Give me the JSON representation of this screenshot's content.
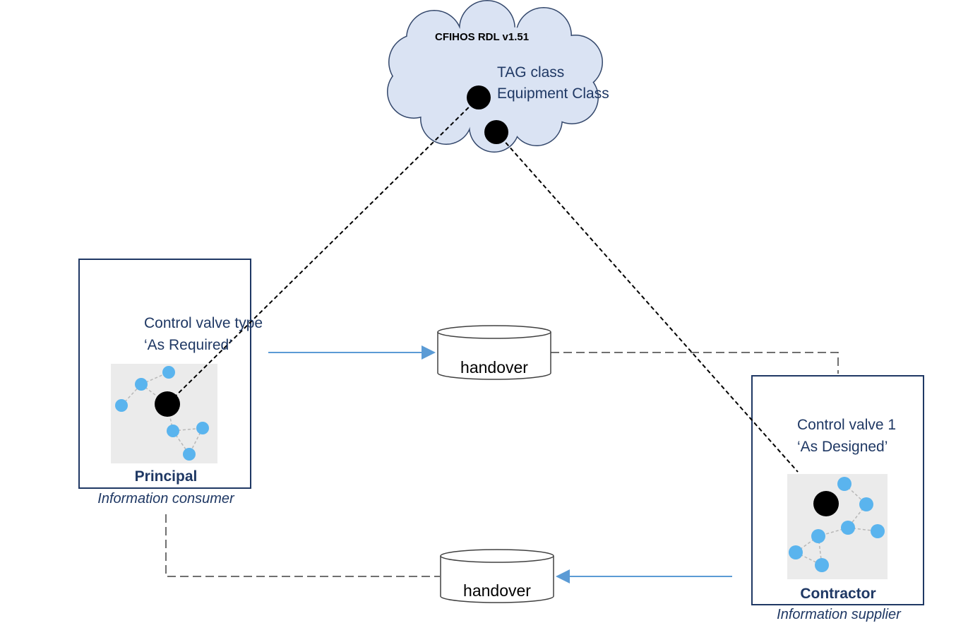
{
  "cloud": {
    "title": "CFIHOS RDL v1.51",
    "class_1": "TAG class",
    "class_2": "Equipment Class"
  },
  "principal": {
    "item_line_1": "Control valve type",
    "item_line_2": "‘As Required’",
    "role": "Principal",
    "role_description": "Information consumer"
  },
  "contractor": {
    "item_line_1": "Control valve 1",
    "item_line_2": "‘As Designed’",
    "role": "Contractor",
    "role_description": "Information supplier"
  },
  "handover_top": {
    "label": "handover"
  },
  "handover_bottom": {
    "label": "handover"
  },
  "colors": {
    "cloud_fill": "#dae3f3",
    "box_border": "#1f3864",
    "text_navy": "#1f3864",
    "arrow_blue": "#5b9bd5",
    "node_blue": "#5ab4ee"
  }
}
